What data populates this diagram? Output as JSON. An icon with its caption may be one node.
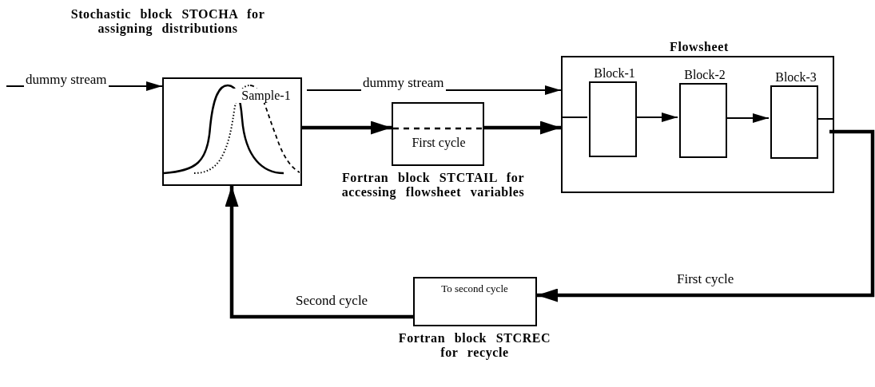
{
  "diagram": {
    "nodes": [
      {
        "text": [
          "Stochastic block STOCHA for assigning distributions",
          "Sample-1"
        ]
      },
      {
        "text": [
          "First cycle",
          "Fortran block STCTAIL for accessing flowsheet variables"
        ]
      },
      {
        "text": [
          "Flowsheet"
        ]
      },
      {
        "text": [
          "Block-1"
        ],
        "in": 2
      },
      {
        "text": [
          "Block-2"
        ],
        "in": 2
      },
      {
        "text": [
          "Block-3"
        ],
        "in": 2
      },
      {
        "text": [
          "To second cycle",
          "Fortran block STCREC for recycle"
        ]
      }
    ],
    "edges": [
      {
        "from": null,
        "to": 0,
        "arrow": "to",
        "label": "dummy stream"
      },
      {
        "from": 0,
        "to": 2,
        "arrow": "to",
        "label": "dummy stream"
      },
      {
        "from": 0,
        "to": 1,
        "arrow": "to",
        "style": "thick"
      },
      {
        "from": 1,
        "to": 2,
        "arrow": "to",
        "style": "thick"
      },
      {
        "from": 2,
        "to": 3,
        "arrow": "none"
      },
      {
        "from": 3,
        "to": 4,
        "arrow": "to"
      },
      {
        "from": 4,
        "to": 5,
        "arrow": "to"
      },
      {
        "from": 5,
        "to": 2,
        "arrow": "none"
      },
      {
        "from": 2,
        "to": 6,
        "arrow": "to",
        "style": "thick",
        "label": "First cycle"
      },
      {
        "from": 6,
        "to": 0,
        "arrow": "to",
        "style": "thick",
        "label": "Second cycle"
      }
    ]
  }
}
